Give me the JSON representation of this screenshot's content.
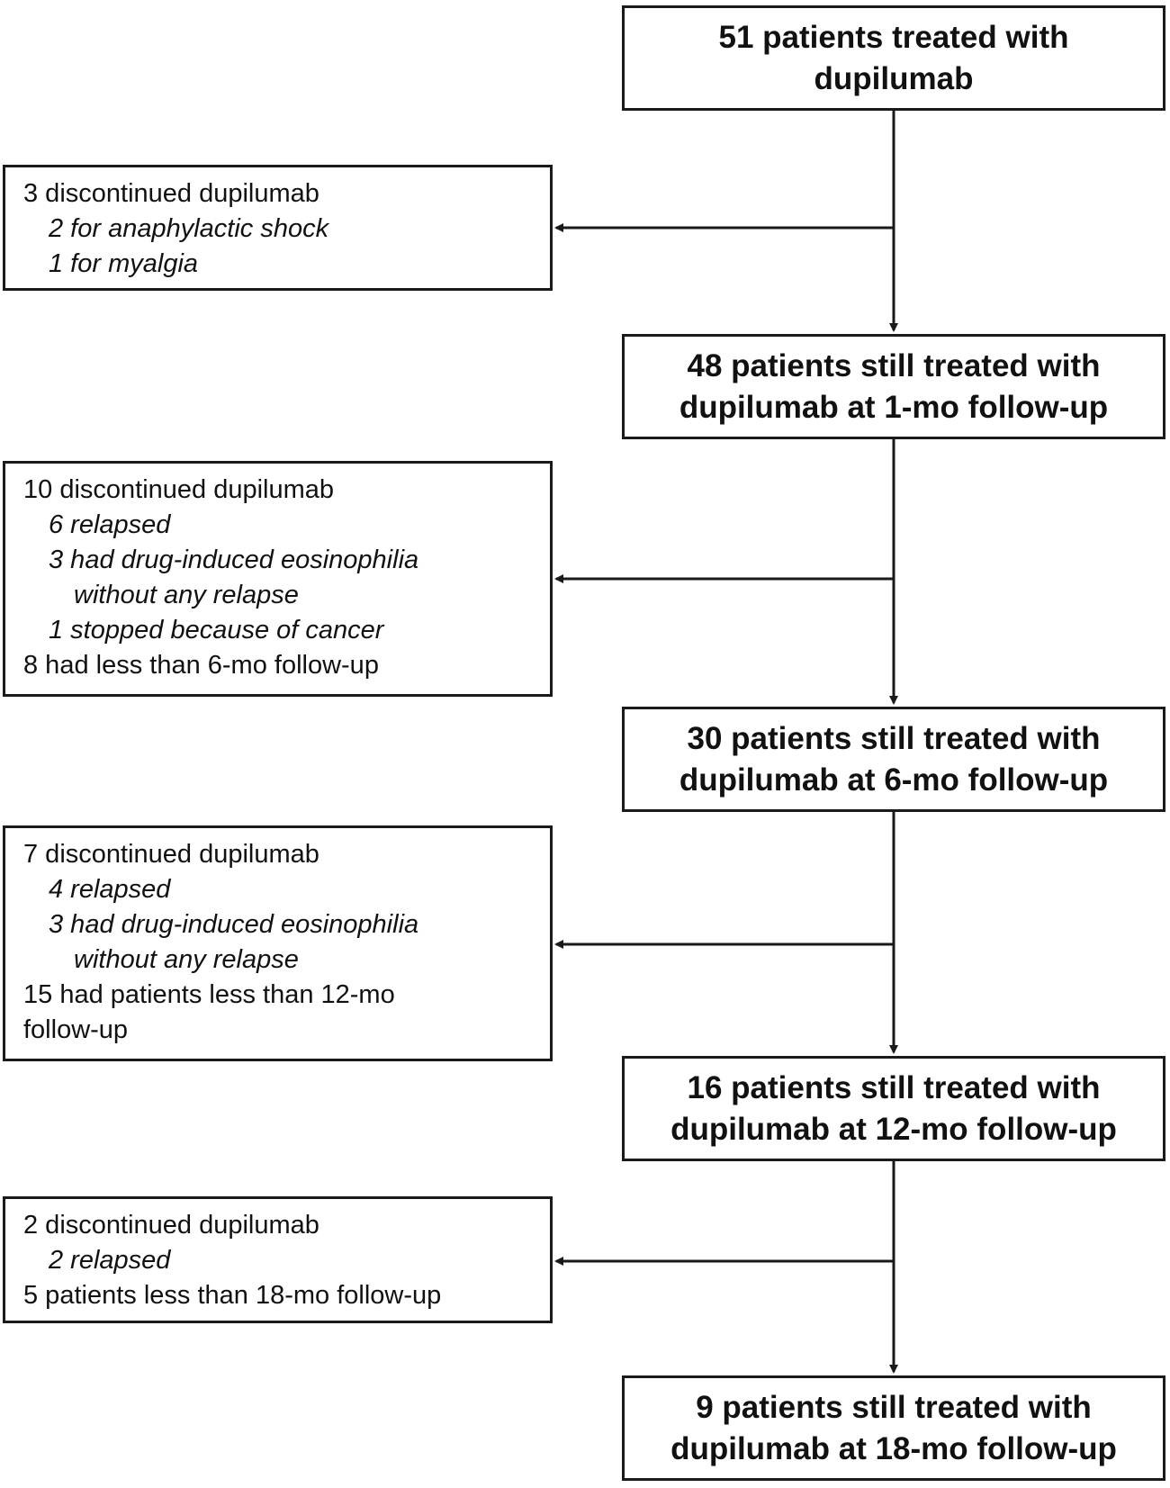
{
  "main_boxes": [
    {
      "line1": "51 patients treated with",
      "line2": "dupilumab"
    },
    {
      "line1": "48 patients still treated with",
      "line2": "dupilumab at 1-mo follow-up"
    },
    {
      "line1": "30 patients still treated with",
      "line2": "dupilumab at 6-mo follow-up"
    },
    {
      "line1": "16 patients still treated with",
      "line2": "dupilumab at 12-mo follow-up"
    },
    {
      "line1": "9 patients still treated with",
      "line2": "dupilumab at 18-mo follow-up"
    }
  ],
  "side_boxes": [
    {
      "lines": [
        "3 discontinued dupilumab",
        "2 for anaphylactic shock",
        "1 for myalgia"
      ]
    },
    {
      "lines": [
        "10 discontinued dupilumab",
        "6 relapsed",
        "3 had drug-induced eosinophilia",
        "without any relapse",
        "1 stopped because of cancer",
        "8 had less than 6-mo follow-up"
      ]
    },
    {
      "lines": [
        "7 discontinued dupilumab",
        "4 relapsed",
        "3 had drug-induced eosinophilia",
        "without any relapse",
        "15 had patients less than 12-mo",
        "follow-up"
      ]
    },
    {
      "lines": [
        "2 discontinued dupilumab",
        "2 relapsed",
        "5 patients less than 18-mo follow-up"
      ]
    }
  ],
  "colors": {
    "line": "#1a1a1a",
    "background": "#ffffff"
  }
}
